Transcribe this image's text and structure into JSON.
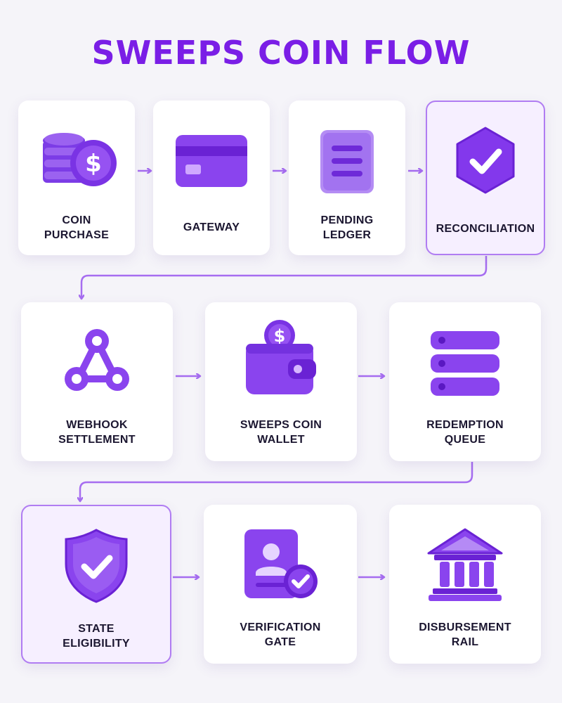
{
  "title": "SWEEPS COIN FLOW",
  "colors": {
    "accent": "#7a1ee6",
    "icon": "#8b48ee",
    "connector": "#a66df0"
  },
  "rows": [
    [
      {
        "lines": [
          "COIN",
          "PURCHASE"
        ],
        "icon": "coins-dollar-icon",
        "highlight": false
      },
      {
        "lines": [
          "GATEWAY"
        ],
        "icon": "credit-card-icon",
        "highlight": false
      },
      {
        "lines": [
          "PENDING",
          "LEDGER"
        ],
        "icon": "document-icon",
        "highlight": false
      },
      {
        "lines": [
          "RECONCILIATION"
        ],
        "icon": "hexagon-check-icon",
        "highlight": true
      }
    ],
    [
      {
        "lines": [
          "WEBHOOK",
          "SETTLEMENT"
        ],
        "icon": "webhook-icon",
        "highlight": false
      },
      {
        "lines": [
          "SWEEPS COIN",
          "WALLET"
        ],
        "icon": "wallet-dollar-icon",
        "highlight": false
      },
      {
        "lines": [
          "REDEMPTION",
          "QUEUE"
        ],
        "icon": "server-stack-icon",
        "highlight": false
      }
    ],
    [
      {
        "lines": [
          "STATE",
          "ELIGIBILITY"
        ],
        "icon": "shield-check-icon",
        "highlight": true
      },
      {
        "lines": [
          "VERIFICATION",
          "GATE"
        ],
        "icon": "id-badge-check-icon",
        "highlight": false
      },
      {
        "lines": [
          "DISBURSEMENT",
          "RAIL"
        ],
        "icon": "bank-icon",
        "highlight": false
      }
    ]
  ]
}
